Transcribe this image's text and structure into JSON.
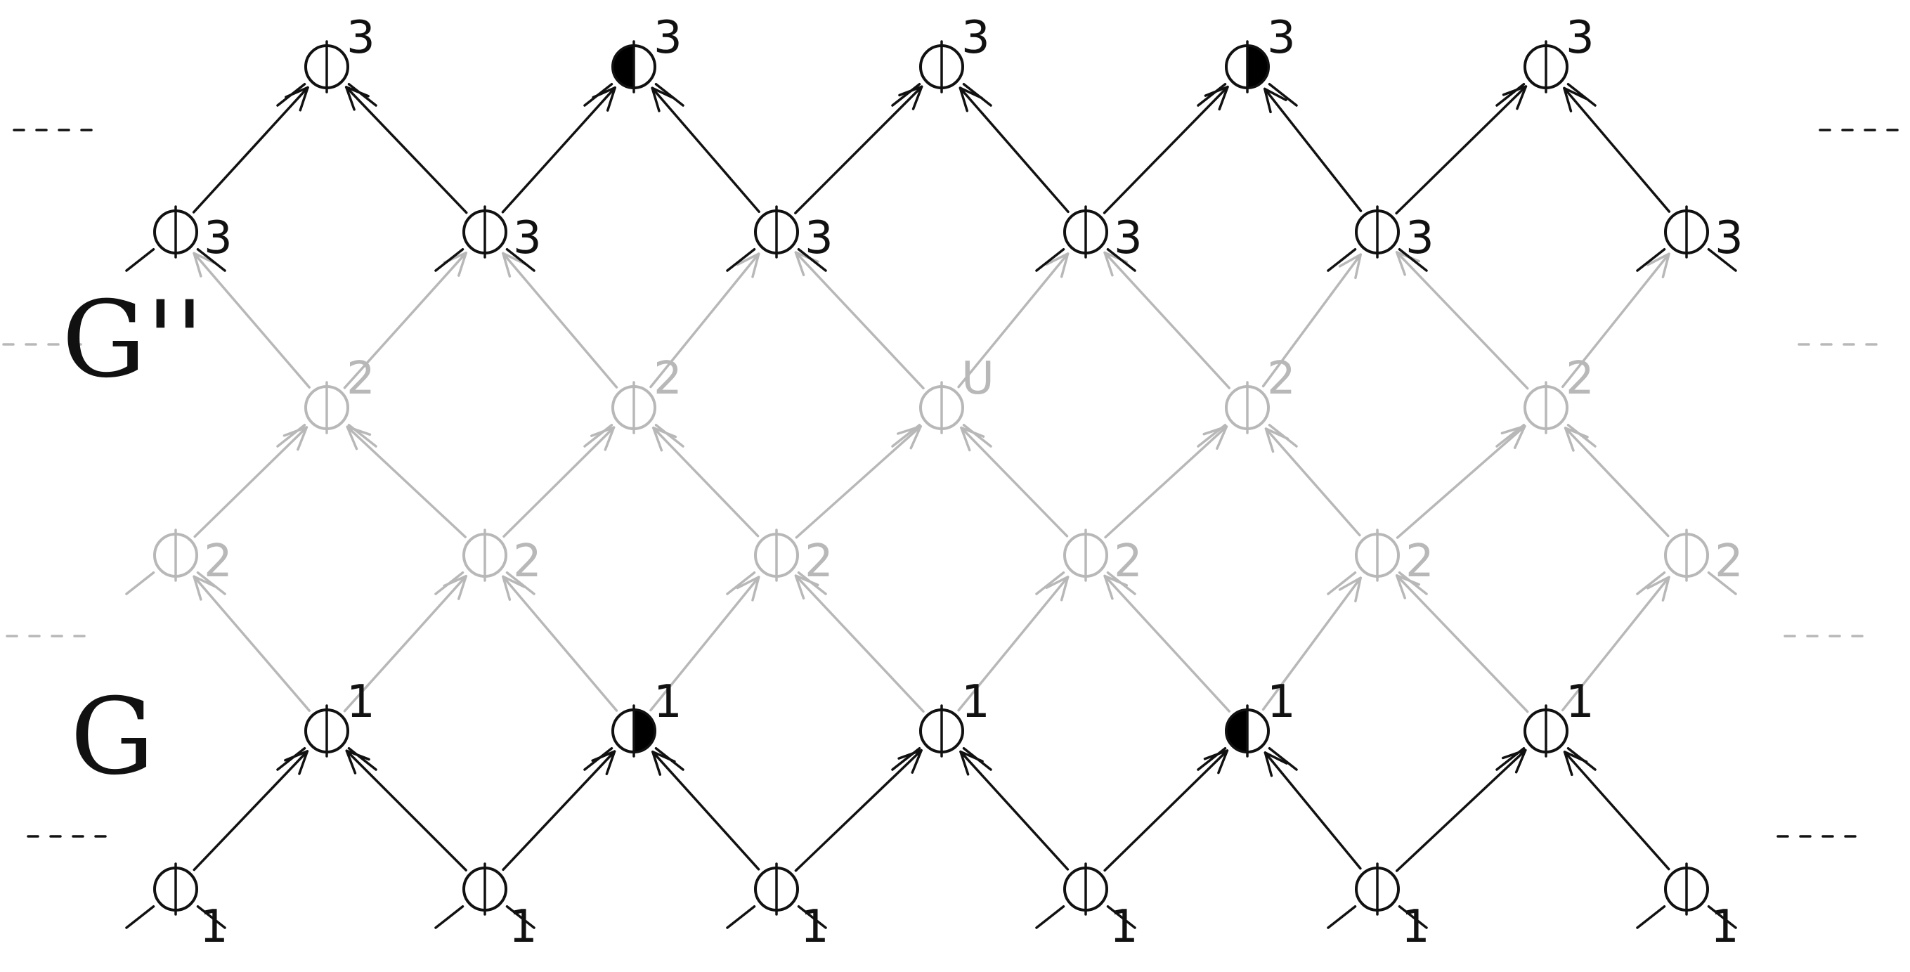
{
  "diagram": {
    "labels": {
      "top_graph": "G''",
      "bottom_graph": "G"
    },
    "colors": {
      "dark": "#111111",
      "faded": "#b8b8b8",
      "fill": "#000000"
    },
    "layers": [
      {
        "id": "layer-3-upper",
        "style": "dark",
        "nodes": [
          {
            "label": "3",
            "fill": "empty"
          },
          {
            "label": "3",
            "fill": "left-half"
          },
          {
            "label": "3",
            "fill": "empty"
          },
          {
            "label": "3",
            "fill": "right-half"
          },
          {
            "label": "3",
            "fill": "empty"
          }
        ]
      },
      {
        "id": "layer-3-lower",
        "style": "dark",
        "nodes": [
          {
            "label": "3",
            "fill": "empty"
          },
          {
            "label": "3",
            "fill": "empty"
          },
          {
            "label": "3",
            "fill": "empty"
          },
          {
            "label": "3",
            "fill": "empty"
          },
          {
            "label": "3",
            "fill": "empty"
          },
          {
            "label": "3",
            "fill": "empty"
          }
        ]
      },
      {
        "id": "layer-2-upper",
        "style": "faded",
        "nodes": [
          {
            "label": "2",
            "fill": "empty"
          },
          {
            "label": "2",
            "fill": "empty"
          },
          {
            "label": "U",
            "fill": "empty"
          },
          {
            "label": "2",
            "fill": "empty"
          },
          {
            "label": "2",
            "fill": "empty"
          }
        ]
      },
      {
        "id": "layer-2-lower",
        "style": "faded",
        "nodes": [
          {
            "label": "2",
            "fill": "empty"
          },
          {
            "label": "2",
            "fill": "empty"
          },
          {
            "label": "2",
            "fill": "empty"
          },
          {
            "label": "2",
            "fill": "empty"
          },
          {
            "label": "2",
            "fill": "empty"
          },
          {
            "label": "2",
            "fill": "empty"
          }
        ]
      },
      {
        "id": "layer-1-upper",
        "style": "dark",
        "nodes": [
          {
            "label": "1",
            "fill": "empty"
          },
          {
            "label": "1",
            "fill": "right-half"
          },
          {
            "label": "1",
            "fill": "empty"
          },
          {
            "label": "1",
            "fill": "left-half"
          },
          {
            "label": "1",
            "fill": "empty"
          }
        ]
      },
      {
        "id": "layer-1-lower",
        "style": "dark",
        "nodes": [
          {
            "label": "1",
            "fill": "empty"
          },
          {
            "label": "1",
            "fill": "empty"
          },
          {
            "label": "1",
            "fill": "empty"
          },
          {
            "label": "1",
            "fill": "empty"
          },
          {
            "label": "1",
            "fill": "empty"
          },
          {
            "label": "1",
            "fill": "empty"
          }
        ]
      }
    ]
  }
}
